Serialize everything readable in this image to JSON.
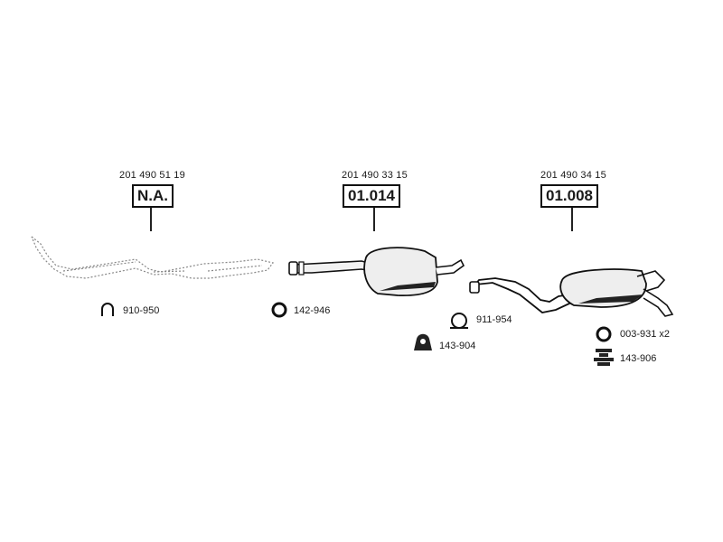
{
  "assemblies": [
    {
      "oem": "201 490 51 19",
      "code": "N.A."
    },
    {
      "oem": "201 490 33 15",
      "code": "01.014"
    },
    {
      "oem": "201 490 34 15",
      "code": "01.008"
    }
  ],
  "fittings": [
    {
      "part": "910-950",
      "icon": "u-clamp-icon"
    },
    {
      "part": "142-946",
      "icon": "gasket-ring-icon"
    },
    {
      "part": "911-954",
      "icon": "pipe-clamp-icon"
    },
    {
      "part": "143-904",
      "icon": "rubber-hanger-icon"
    },
    {
      "part": "003-931 x2",
      "icon": "seal-ring-icon"
    },
    {
      "part": "143-906",
      "icon": "mounting-block-icon"
    }
  ]
}
